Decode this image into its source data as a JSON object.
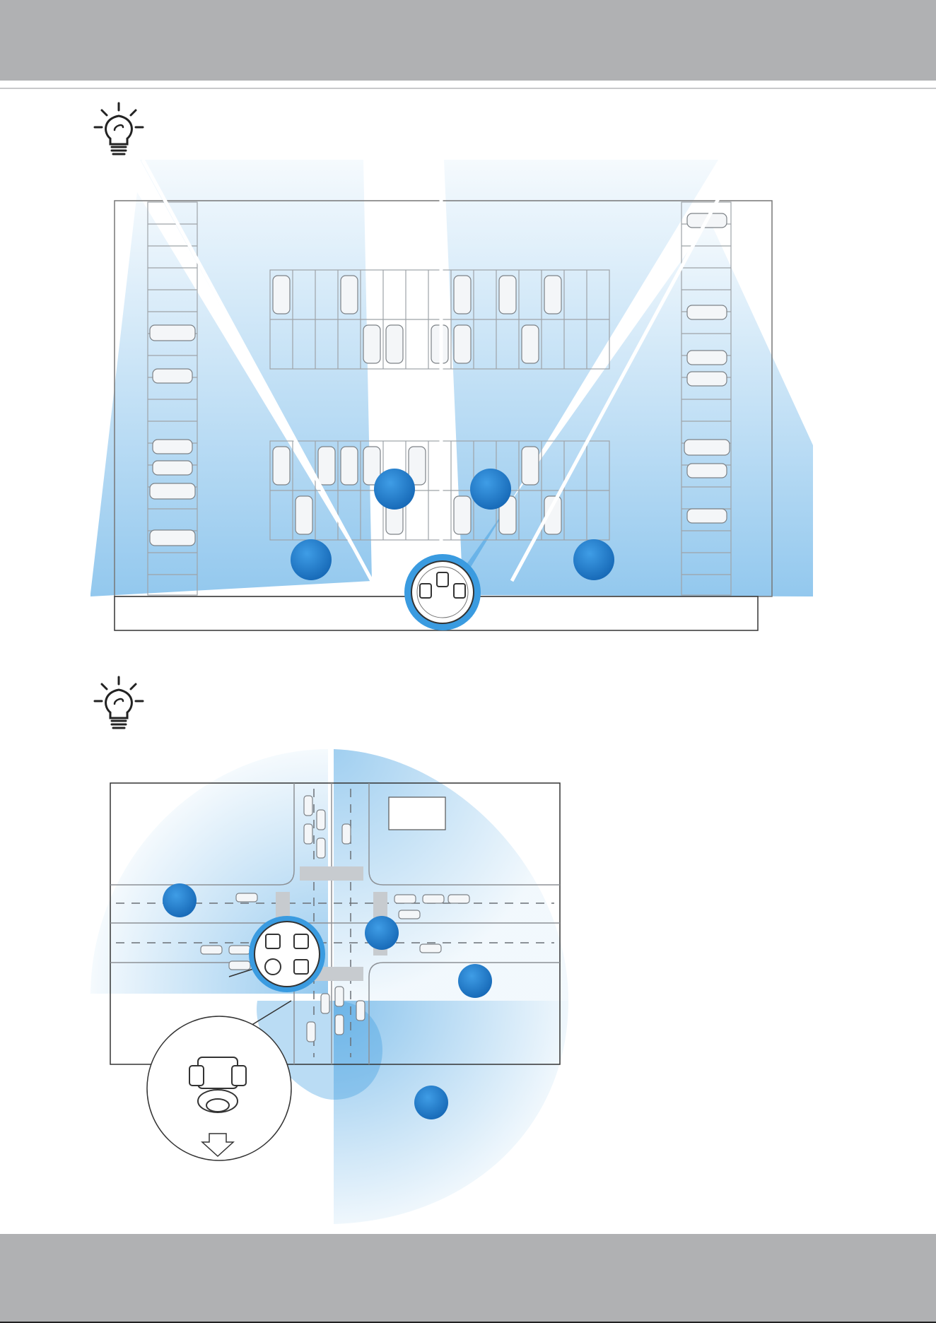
{
  "colors": {
    "header_band": "#b0b1b3",
    "footer_band": "#b0b1b3",
    "coverage_blue": "#3a9be0",
    "marker_blue": "#1d79c8",
    "line_gray": "#9ea3a8",
    "rule_gray": "#c8c9cb"
  },
  "icons": [
    "lightbulb-tip-icon",
    "camera-unit-icon",
    "arrow-down-icon"
  ],
  "parking_diagram": {
    "markers": [
      {
        "id": "near-left"
      },
      {
        "id": "center-left"
      },
      {
        "id": "center-right"
      },
      {
        "id": "near-right"
      }
    ]
  },
  "intersection_diagram": {
    "markers": [
      {
        "id": "northwest"
      },
      {
        "id": "center"
      },
      {
        "id": "east"
      },
      {
        "id": "south"
      }
    ]
  }
}
